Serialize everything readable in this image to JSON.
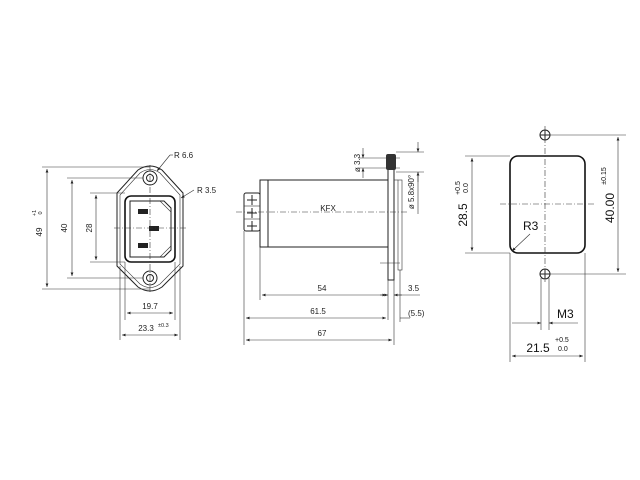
{
  "drawing": {
    "front_view": {
      "labels": {
        "radius_outer": "R 6.6",
        "radius_inner": "R 3.5",
        "height_total": "49",
        "height_total_tol_upper": "+1",
        "height_total_tol_lower": "0",
        "hole_spacing": "40",
        "cutout_height": "28",
        "width_inner": "19.7",
        "width_outer": "23.3",
        "width_outer_tol": "±0.3"
      }
    },
    "side_view": {
      "labels": {
        "model": "KFX",
        "hole_dia": "ø 3.3",
        "countersink": "ø 5.8x90°",
        "body_length": "54",
        "flange_thickness": "3.5",
        "length_to_flange": "61.5",
        "flange_offset": "(5.5)",
        "total_length": "67"
      }
    },
    "panel_cutout": {
      "labels": {
        "cutout_height": "28.5",
        "cutout_height_tol_upper": "+0.5",
        "cutout_height_tol_lower": "0.0",
        "hole_spacing": "40.00",
        "hole_spacing_tol": "±0.15",
        "corner_radius": "R3",
        "thread": "M3",
        "cutout_width": "21.5",
        "cutout_width_tol_upper": "+0.5",
        "cutout_width_tol_lower": "0.0"
      }
    }
  }
}
